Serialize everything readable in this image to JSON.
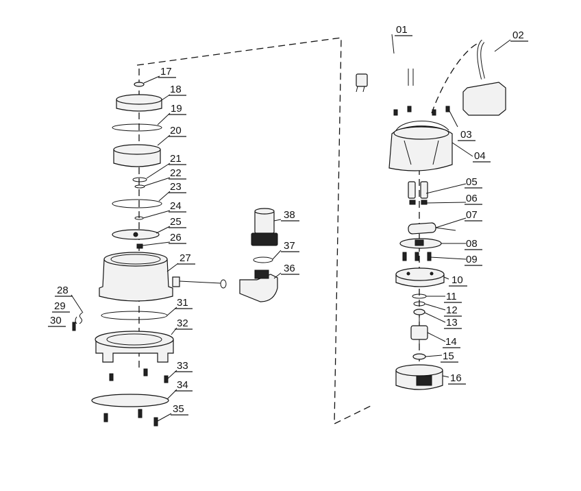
{
  "diagram": {
    "part_labels": {
      "p01": "01",
      "p02": "02",
      "p03": "03",
      "p04": "04",
      "p05": "05",
      "p06": "06",
      "p07": "07",
      "p08": "08",
      "p09": "09",
      "p10": "10",
      "p11": "11",
      "p12": "12",
      "p13": "13",
      "p14": "14",
      "p15": "15",
      "p16": "16",
      "p17": "17",
      "p18": "18",
      "p19": "19",
      "p20": "20",
      "p21": "21",
      "p22": "22",
      "p23": "23",
      "p24": "24",
      "p25": "25",
      "p26": "26",
      "p27": "27",
      "p28": "28",
      "p29": "29",
      "p30": "30",
      "p31": "31",
      "p32": "32",
      "p33": "33",
      "p34": "34",
      "p35": "35",
      "p36": "36",
      "p37": "37",
      "p38": "38"
    }
  }
}
